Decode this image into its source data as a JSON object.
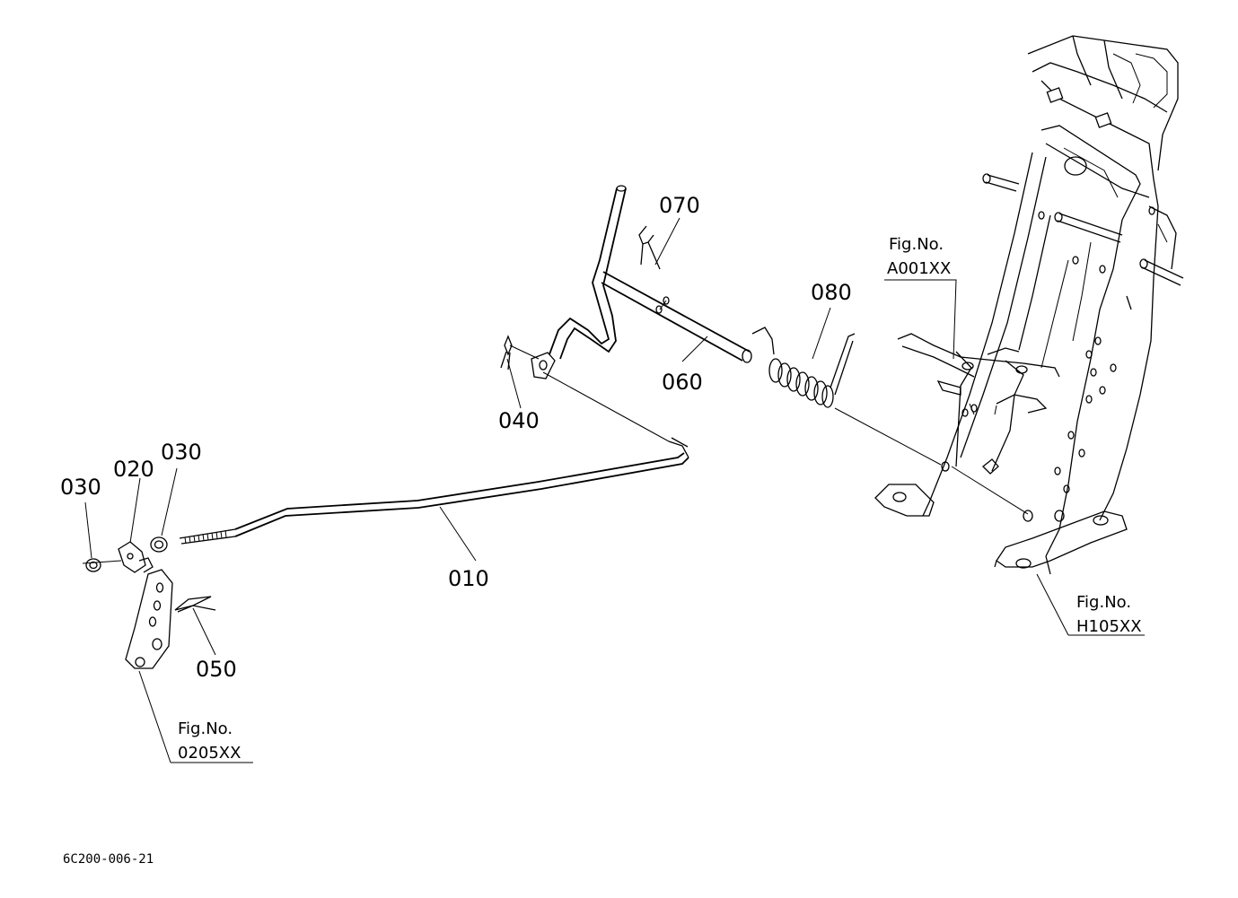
{
  "parts": {
    "p010": "010",
    "p020": "020",
    "p030a": "030",
    "p030b": "030",
    "p040": "040",
    "p050": "050",
    "p060": "060",
    "p070": "070",
    "p080": "080"
  },
  "refs": {
    "a001": {
      "line1": "Fig.No.",
      "line2": "A001XX"
    },
    "h105": {
      "line1": "Fig.No.",
      "line2": "H105XX"
    },
    "r0205": {
      "line1": "Fig.No.",
      "line2": "0205XX"
    }
  },
  "drawing_code": "6C200-006-21"
}
